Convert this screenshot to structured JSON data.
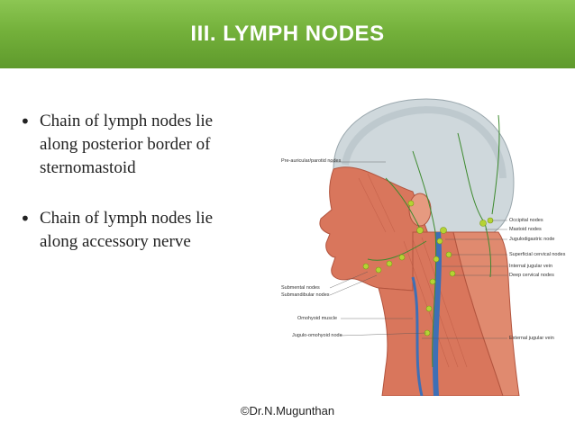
{
  "header": {
    "title": "III. LYMPH NODES"
  },
  "bullets": [
    {
      "lines": [
        "Chain of lymph nodes lie",
        "along posterior border of",
        "sternomastoid"
      ]
    },
    {
      "lines": [
        "Chain of lymph nodes lie",
        "along  accessory nerve"
      ]
    }
  ],
  "figure": {
    "labels": {
      "preauricular": "Pre-auricular/parotid nodes",
      "occipital": "Occipital nodes",
      "mastoid": "Mastoid nodes",
      "jugulodigastric": "Jugulodigastric node",
      "superficial_cervical": "Superficial cervical nodes",
      "internal_jugular": "Internal jugular vein",
      "deep_cervical": "Deep cervical nodes",
      "submental": "Submental nodes",
      "submandibular": "Submandibular nodes",
      "omohyoid_muscle": "Omohyoid muscle",
      "jugulo_omohyoid": "Jugulo-omohyoid node",
      "external_jugular": "External jugular vein"
    },
    "colors": {
      "muscle": "#d9765c",
      "skull": "#cfd8dc",
      "node": "#b5d334",
      "vessel": "#3f6fb5",
      "lymph_line": "#3d8a2e"
    }
  },
  "credit": "©Dr.N.Mugunthan",
  "colors": {
    "header_bg": "#74b13b",
    "header_text": "#ffffff"
  }
}
